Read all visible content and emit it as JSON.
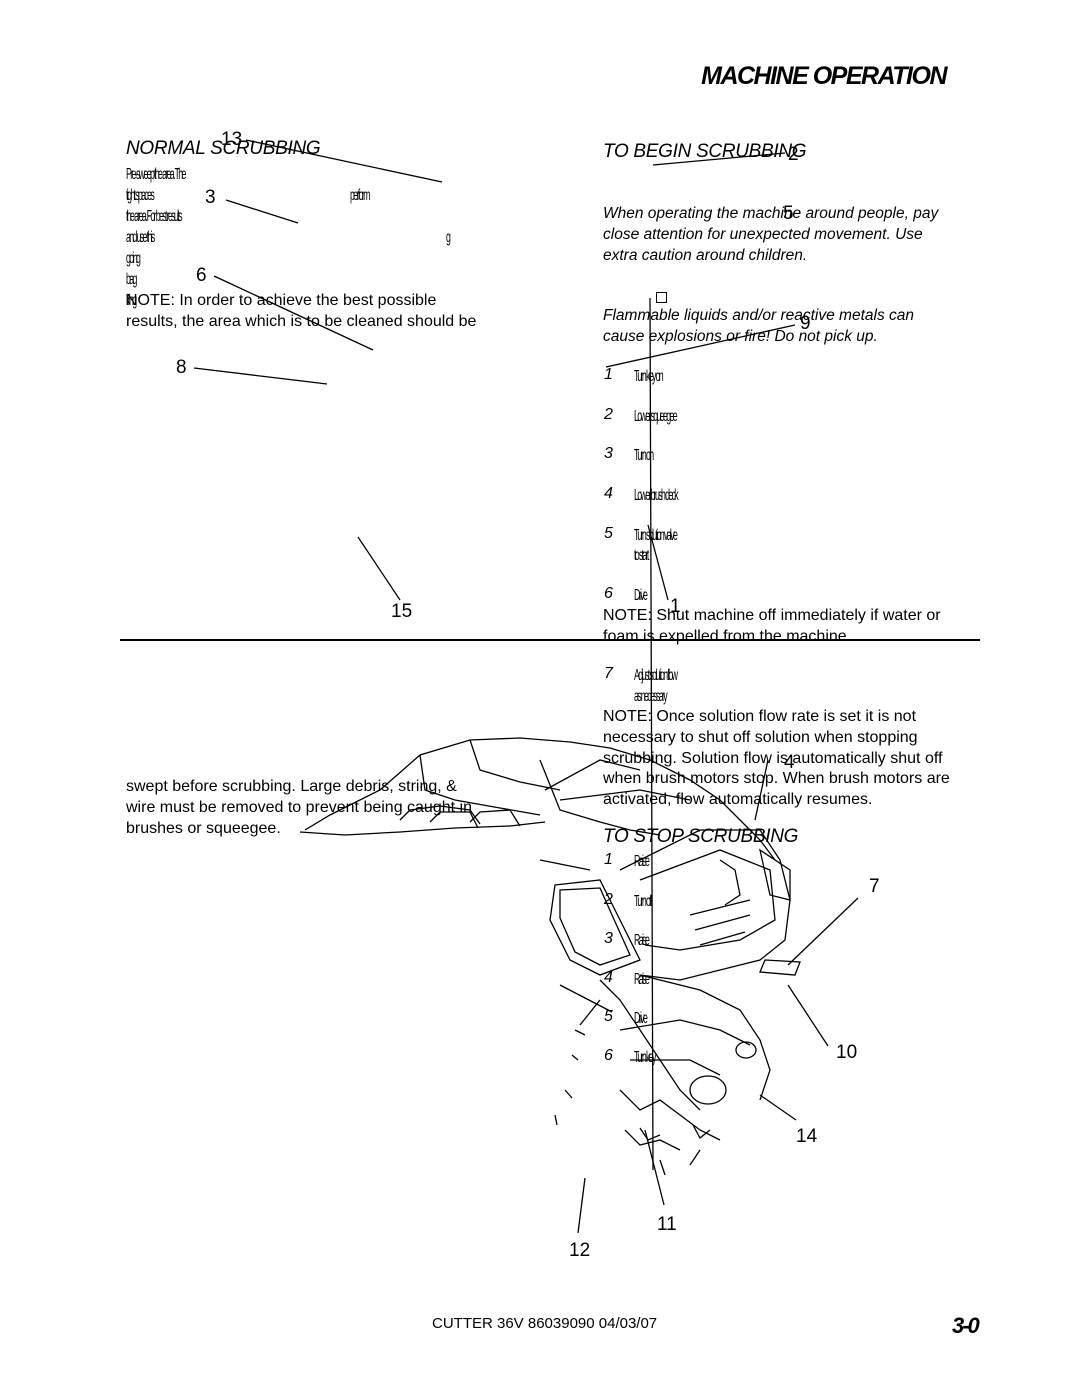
{
  "header": {
    "title": "MACHINE OPERATION"
  },
  "left": {
    "heading": "NORMAL SCRUBBING",
    "garbled_lines": [
      "Pre-sweep the area. The",
      "tight spaces",
      "the area. For best results",
      "and use this",
      "going",
      "bag",
      "king"
    ],
    "extra_words": [
      "perform",
      "g"
    ],
    "note": [
      "NOTE:  In order to achieve the best possible",
      "results, the area which is to be cleaned should be"
    ],
    "continued": [
      "swept before scrubbing.  Large debris, string, &",
      "wire must be removed to prevent being caught in",
      "brushes or squeegee."
    ]
  },
  "right": {
    "heading_start": "TO BEGIN SCRUBBING",
    "warning1": [
      "When operating the machine around people, pay",
      "close attention for unexpected movement.  Use",
      "extra caution around children."
    ],
    "warning2": [
      "Flammable liquids and/or reactive metals can",
      "cause explosions or fire!  Do not pick up."
    ],
    "steps": [
      {
        "num": "1",
        "text": "Turn key on"
      },
      {
        "num": "2",
        "text": "Lower squeegee"
      },
      {
        "num": "3",
        "text": "Turn on"
      },
      {
        "num": "4",
        "text": "Lower brush deck"
      },
      {
        "num": "5",
        "text": "Turn solution valve",
        "text2": "to start"
      },
      {
        "num": "6",
        "text": "Drive"
      },
      {
        "num": "7",
        "text": "Adjust solution flow",
        "text2": "as necessary"
      }
    ],
    "note1": [
      "NOTE:  Shut machine off immediately if water or",
      "foam is expelled from the machine."
    ],
    "note2": [
      "NOTE:  Once solution flow rate is set it is not",
      "necessary to shut off solution when stopping",
      "scrubbing.  Solution flow is automatically shut off",
      "when brush motors stop.  When brush motors are",
      "activated, flow automatically resumes."
    ],
    "heading_stop": "TO STOP SCRUBBING",
    "stop_steps": [
      {
        "num": "1",
        "text": "Raise"
      },
      {
        "num": "2",
        "text": "Turn off"
      },
      {
        "num": "3",
        "text": "Raise"
      },
      {
        "num": "4",
        "text": "Raise"
      },
      {
        "num": "5",
        "text": "Drive"
      },
      {
        "num": "6",
        "text": "Turn key"
      }
    ]
  },
  "callouts": [
    "13",
    "2",
    "3",
    "5",
    "6",
    "9",
    "8",
    "15",
    "1",
    "4",
    "7",
    "10",
    "14",
    "11",
    "12"
  ],
  "footer": {
    "text": "CUTTER 36V   86039090   04/03/07",
    "page": "3-0"
  }
}
